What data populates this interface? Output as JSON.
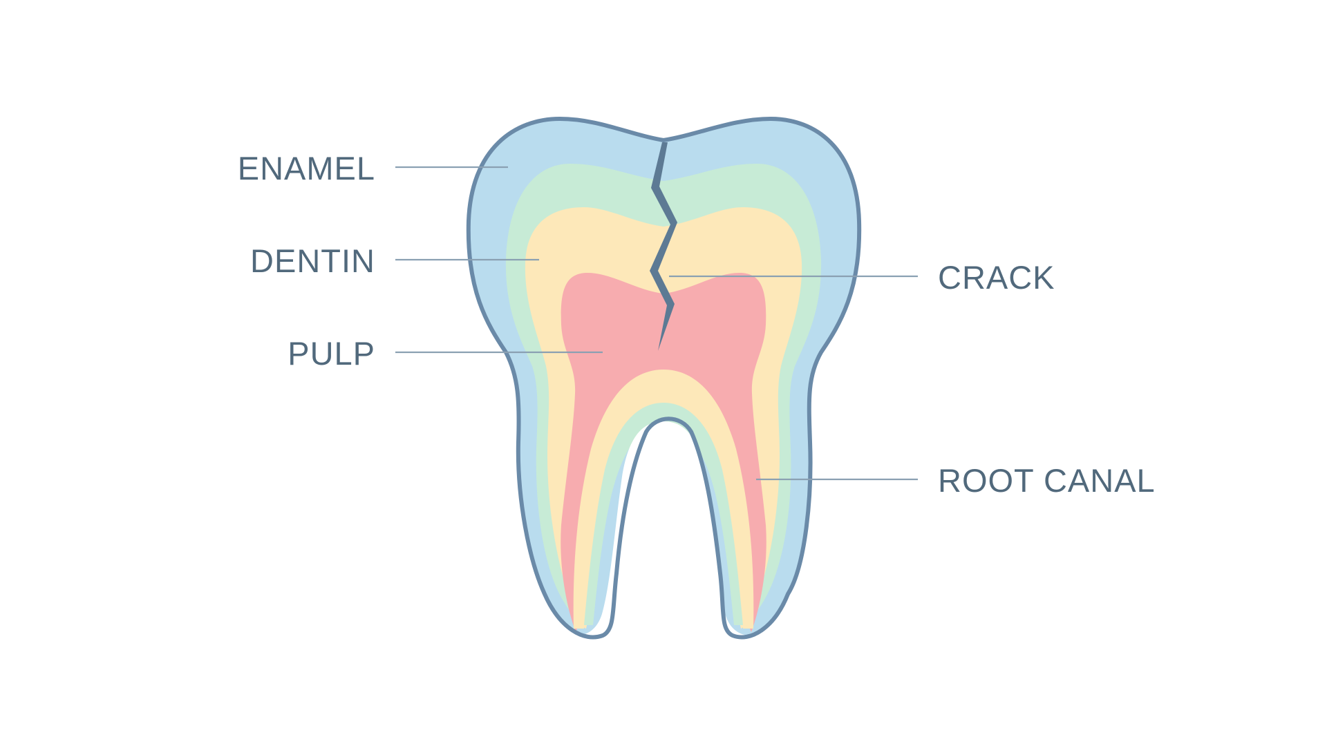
{
  "labels": {
    "enamel": "ENAMEL",
    "dentin": "DENTIN",
    "pulp": "PULP",
    "crack": "CRACK",
    "root_canal": "ROOT CANAL"
  },
  "colors": {
    "background": "#ffffff",
    "outline": "#6a8aa8",
    "enamel": "#b9dcee",
    "green_layer": "#c7ebd6",
    "dentin": "#fde8b9",
    "pulp": "#f7acaf",
    "crack": "#5d7a94",
    "label_text": "#51697c",
    "leader_line": "#8aa0b2"
  }
}
